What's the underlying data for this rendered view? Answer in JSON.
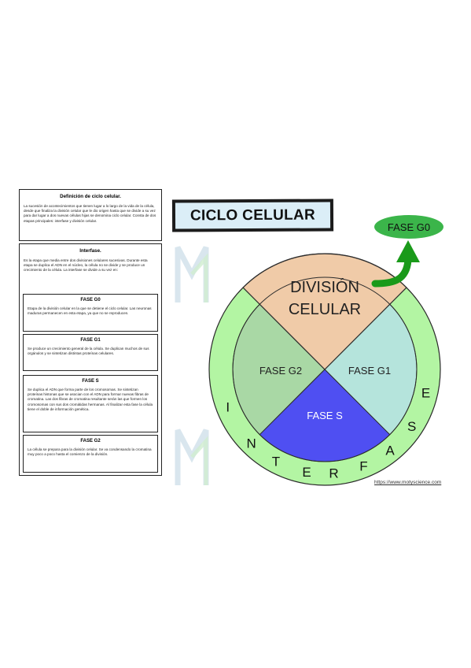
{
  "definition": {
    "title": "Definición de ciclo celular.",
    "body": "La sucesión de acontecimientos que tienen lugar a lo largo de la vida de la célula, desde que finaliza la división celular que le dio origen hasta que se divide a su vez para dar lugar a dos nuevas células hijas se denomina ciclo celular. Consta de dos etapas principales: interfase y división celular."
  },
  "interphase": {
    "title": "Interfase.",
    "body": "Es la etapa que media entre dos divisiones celulares sucesivas. Durante esta etapa se duplica el ADN en el núcleo, la célula no se divide y se produce un crecimiento de la célula. La interfase se divide a su vez en:",
    "phases": [
      {
        "title": "FASE G0",
        "body": "Etapa de la división celular en la que se detiene el ciclo celular. Las neuronas maduras permanecen en esta etapa, ya que no se reproducen."
      },
      {
        "title": "FASE G1",
        "body": "Se produce un crecimiento general de la célula. Se duplican muchos de sus orgánulos y se sintetizan distintas proteínas celulares."
      },
      {
        "title": "FASE S",
        "body": "Se duplica el ADN que forma parte de los cromosomas. Se sintetizan proteínas histonas que se asocian con el ADN para formar nuevas fibras de cromatina. Las dos fibras de cromatina resultante serán las que formen los cromosomas con sus dos cromátidas hermanas. Al finalizar esta fase la célula tiene el doble de información genética."
      },
      {
        "title": "FASE G2",
        "body": "La célula se prepara para la división celular. Se va condensando la cromatina muy poco a poco hasta el comienzo de la división."
      }
    ]
  },
  "title": "CICLO CELULAR",
  "diagram": {
    "division_line1": "DIVISIÓN",
    "division_line2": "CELULAR",
    "g1": "FASE G1",
    "g2": "FASE G2",
    "s": "FASE S",
    "g0": "FASE G0",
    "interfase_letters": [
      "I",
      "N",
      "T",
      "E",
      "R",
      "F",
      "A",
      "S",
      "E"
    ],
    "colors": {
      "outer_ring": "#b3f5a3",
      "division": "#f0cba8",
      "g1": "#b5e4dc",
      "g2": "#a9d8a5",
      "s": "#4f4ff2",
      "g0": "#3bb54a",
      "arrow": "#1a9a1a"
    }
  },
  "url": "https://www.motyscience.com"
}
